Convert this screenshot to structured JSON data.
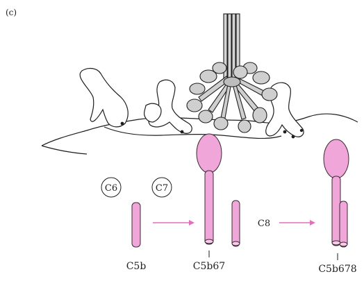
{
  "panel_label": "(c)",
  "labels": {
    "c6": "C6",
    "c7": "C7",
    "c8": "C8",
    "c5b": "C5b",
    "c5b67": "C5b67",
    "c5b678": "C5b678"
  },
  "colors": {
    "pink_fill": "#f0a6d8",
    "pink_stroke": "#3a2a35",
    "arrow": "#e070b8",
    "gray_fill": "#c9c9c9",
    "line": "#1e1e1e"
  }
}
